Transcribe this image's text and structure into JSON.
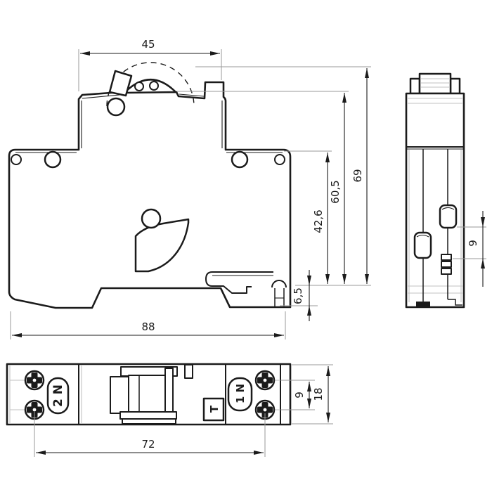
{
  "drawing": {
    "front_view": {
      "width_top": "45",
      "width_overall": "88",
      "height_overall": "69",
      "height_upper": "60,5",
      "height_body": "42,6",
      "foot_height": "6,5"
    },
    "side_view": {
      "terminal_pitch": "9"
    },
    "bottom_view": {
      "label_left_terminal": "2 N",
      "label_test": "T",
      "label_right_terminal": "1 N",
      "screw_spacing": "72",
      "screw_offset": "9",
      "depth": "18"
    }
  }
}
